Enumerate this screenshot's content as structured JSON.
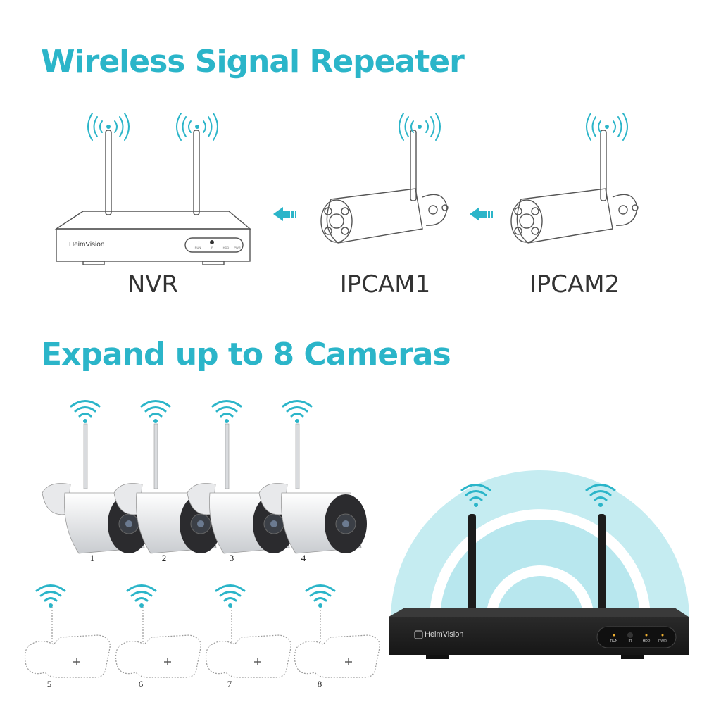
{
  "headings": {
    "repeater": "Wireless Signal Repeater",
    "expand": "Expand up to 8 Cameras"
  },
  "devices": {
    "nvr": "NVR",
    "cam1": "IPCAM1",
    "cam2": "IPCAM2"
  },
  "brand": "HeimVision",
  "indicators": [
    "RUN",
    "IR",
    "HDD",
    "PWR"
  ],
  "camera_numbers": [
    "1",
    "2",
    "3",
    "4",
    "5",
    "6",
    "7",
    "8"
  ],
  "icons": [
    "wifi-broadcast-icon",
    "wifi-icon",
    "arrow-left-icon",
    "plus-icon"
  ],
  "colors": {
    "accent": "#2bb5c9",
    "nvr_dark": "#202020",
    "glow": "#c9eef2",
    "line_art": "#555555"
  }
}
